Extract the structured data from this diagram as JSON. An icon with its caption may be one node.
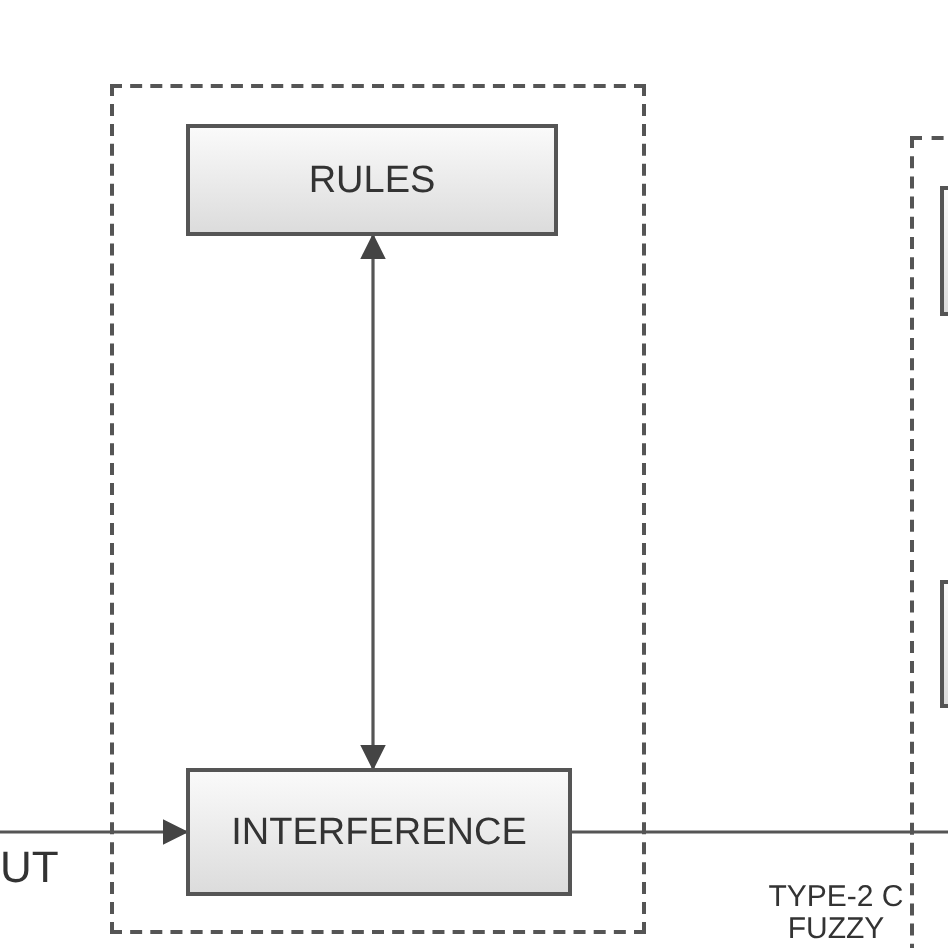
{
  "diagram": {
    "nodes": [
      {
        "text": [],
        "shape": "box"
      },
      {
        "text": [
          "RULES"
        ],
        "in": 0
      },
      {
        "text": [
          "INTERFERENCE"
        ],
        "in": 0
      },
      {
        "text": [],
        "shape": "box"
      },
      {
        "text": [],
        "shape": "box",
        "in": 3
      },
      {
        "text": [],
        "shape": "box",
        "in": 3
      },
      {
        "text": [
          "UT"
        ]
      }
    ],
    "edges": [
      {
        "from": 1,
        "to": 2,
        "arrow": "both"
      },
      {
        "from": 6,
        "to": 2,
        "arrow": "to"
      },
      {
        "from": 2,
        "to": null,
        "arrow": "none"
      }
    ],
    "labels": [
      "TYPE-2 C FUZZY"
    ]
  }
}
